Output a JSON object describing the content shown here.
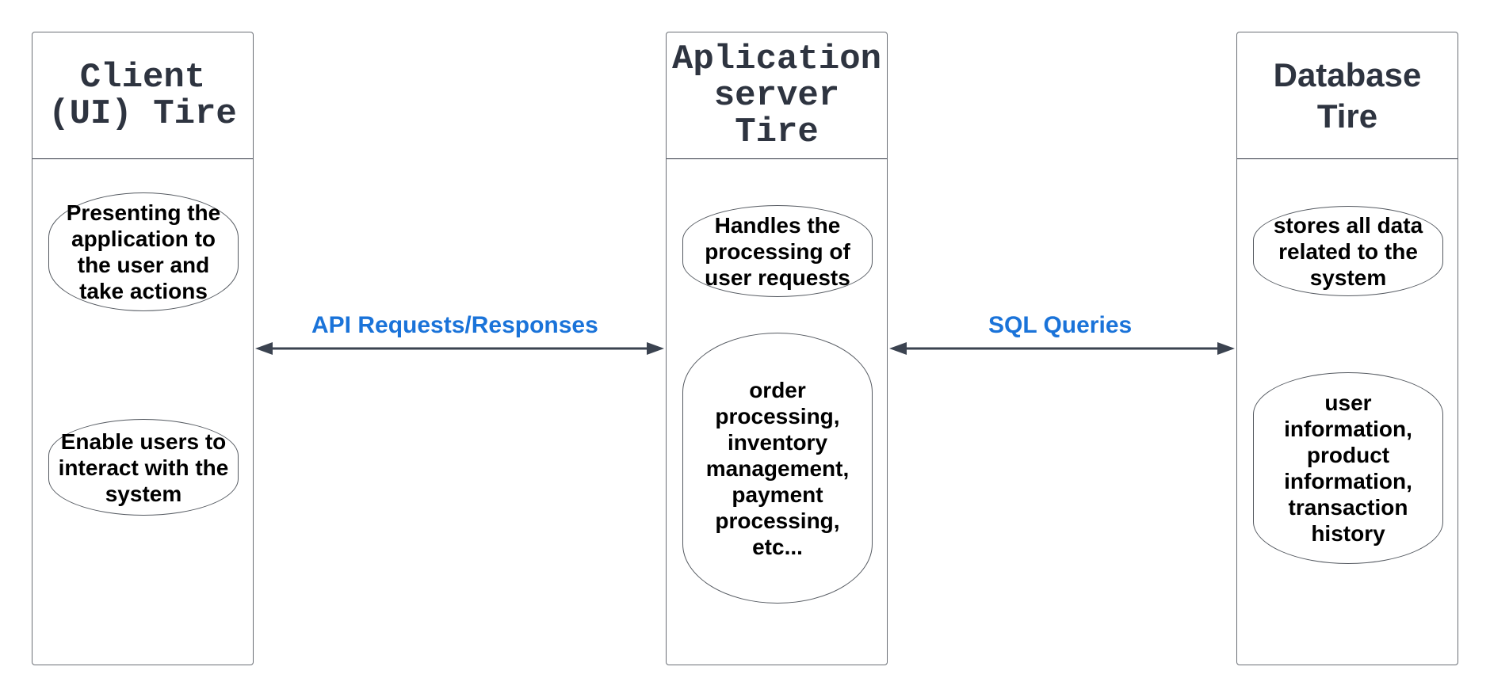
{
  "tiers": {
    "client": {
      "title": "Client (UI) Tire",
      "items": [
        "Presenting the application to the user and take actions",
        "Enable users to interact with the system"
      ]
    },
    "application": {
      "title": "Aplication server Tire",
      "items": [
        "Handles the processing of user requests",
        "order processing, inventory management, payment processing, etc..."
      ]
    },
    "database": {
      "title": "Database Tire",
      "items": [
        "stores all data related to the system",
        "user information, product information, transaction history"
      ]
    }
  },
  "connections": {
    "client_app": "API Requests/Responses",
    "app_db": "SQL Queries"
  },
  "colors": {
    "connector_label": "#1a73d9",
    "arrow": "#3b4350",
    "title_text": "#2e3440"
  }
}
